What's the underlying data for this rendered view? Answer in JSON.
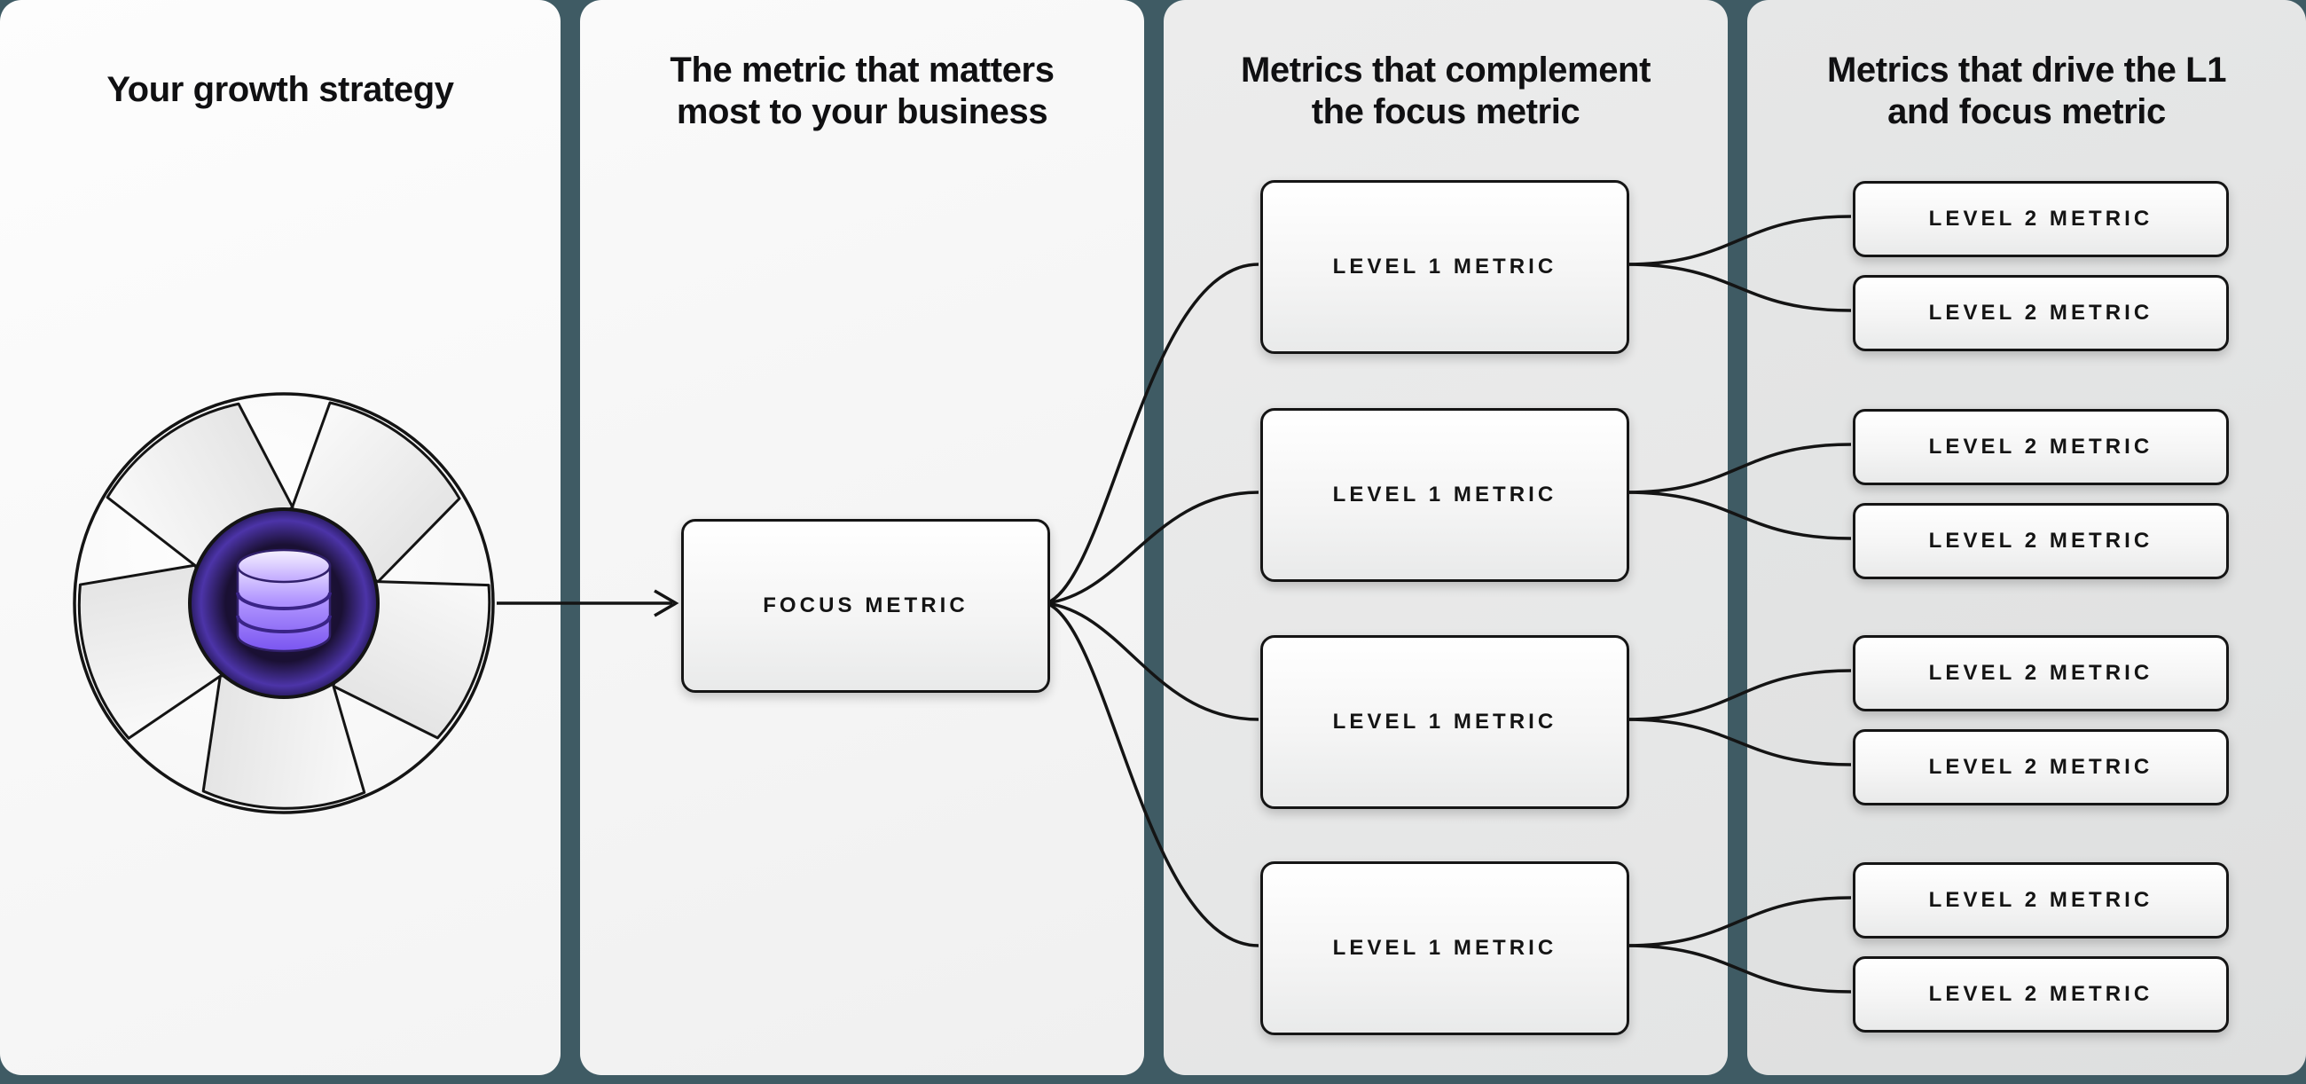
{
  "colors": {
    "background": "#3f5b64",
    "panel_light": "#f7f7f7",
    "panel_gray": "#e6e7e7",
    "box_border": "#151515",
    "connector_line": "#141414",
    "accent_purple": "#7a55f0",
    "core_dark_purple": "#181031"
  },
  "panels": [
    {
      "line1": "Your growth strategy",
      "line2": ""
    },
    {
      "line1": "The metric that matters",
      "line2": "most to your business"
    },
    {
      "line1": "Metrics that complement",
      "line2": "the focus metric"
    },
    {
      "line1": "Metrics that drive the L1",
      "line2": "and focus metric"
    }
  ],
  "icon": {
    "flywheel": "growth-flywheel-icon",
    "database": "database-icon"
  },
  "focus_label": "FOCUS METRIC",
  "level1": [
    "LEVEL 1 METRIC",
    "LEVEL 1 METRIC",
    "LEVEL 1 METRIC",
    "LEVEL 1 METRIC"
  ],
  "level2": [
    "LEVEL 2 METRIC",
    "LEVEL 2 METRIC",
    "LEVEL 2 METRIC",
    "LEVEL 2 METRIC",
    "LEVEL 2 METRIC",
    "LEVEL 2 METRIC",
    "LEVEL 2 METRIC",
    "LEVEL 2 METRIC"
  ]
}
